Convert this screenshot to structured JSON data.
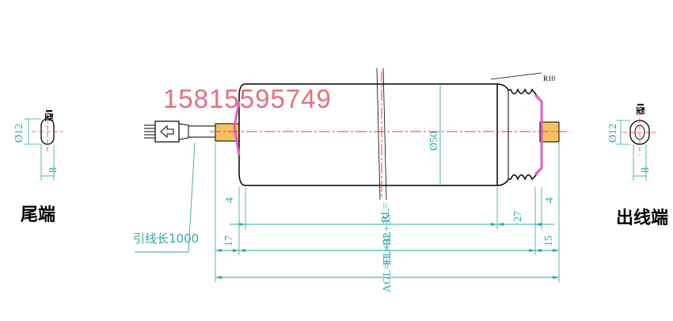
{
  "phone": "15815595749",
  "left_end": {
    "label": "尾端",
    "type_label": "I型",
    "diameter": "Ø12",
    "width": "8"
  },
  "right_end": {
    "label": "出线端",
    "type_label": "I型",
    "diameter": "Ø12",
    "width": "8"
  },
  "lead_wire": "引线长1000",
  "dimensions": {
    "tube_diameter": "Ø50",
    "groove": "R10",
    "left_offset": "4",
    "right_offset": "4",
    "rl": "RL=",
    "groove_len": "27",
    "left_shaft": "17",
    "right_shaft": "15",
    "el": "EL=RL+35",
    "agl": "AGL=EL+32"
  },
  "colors": {
    "outline": "#000000",
    "dimension": "#2ba8a0",
    "centerline": "#ff3333",
    "shaft": "#f5c060",
    "end_cap": "#e060c0",
    "watermark": "#e4707e"
  }
}
